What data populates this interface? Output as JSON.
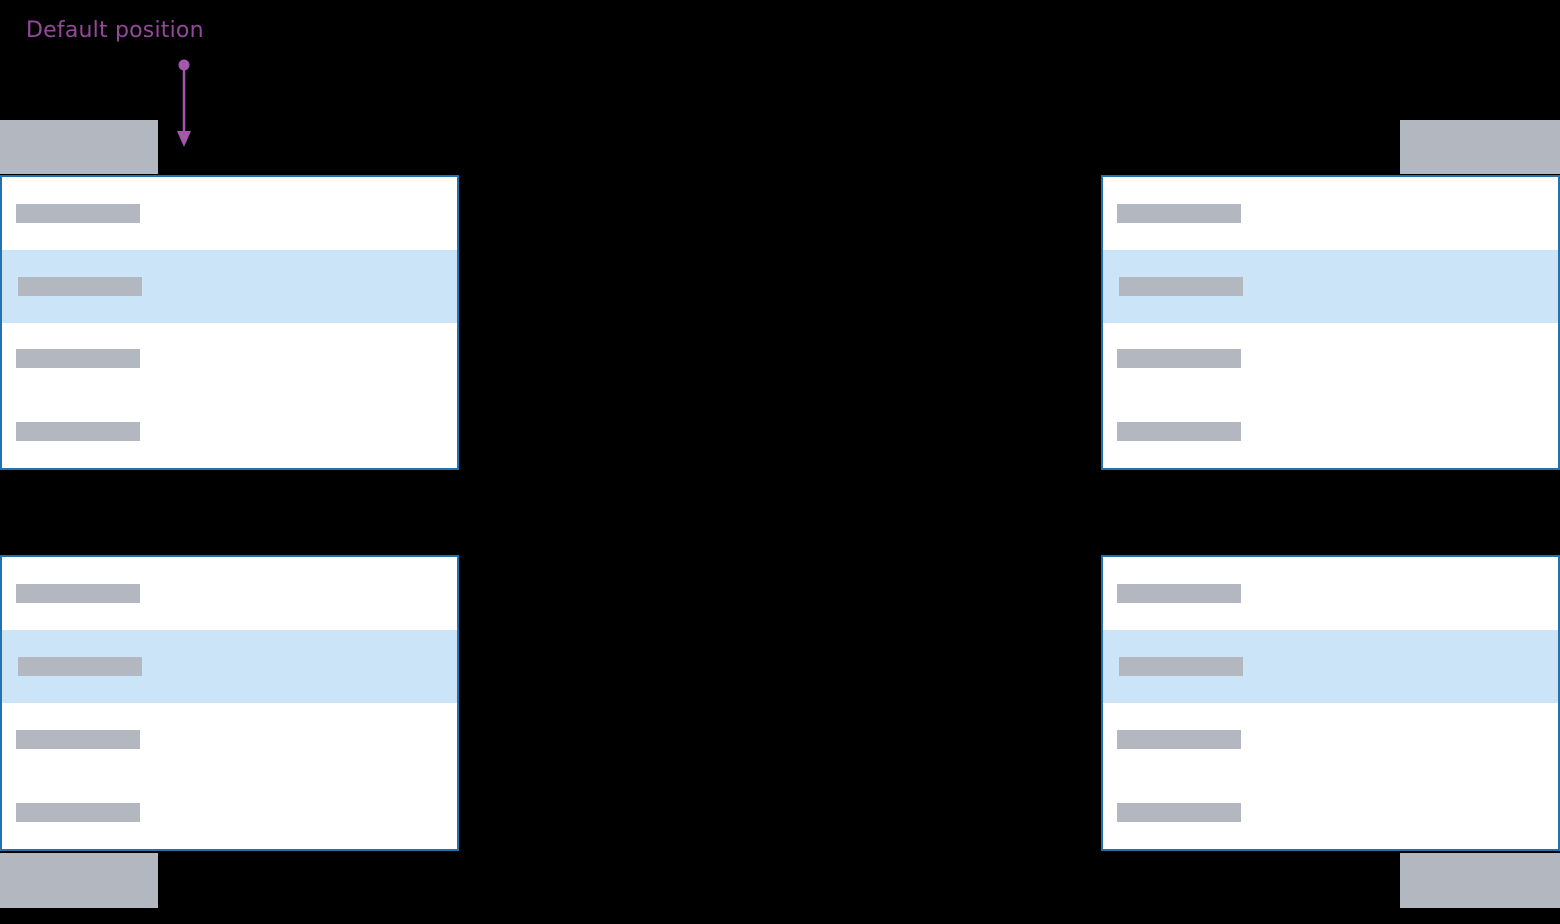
{
  "annotation": {
    "label": "Default position",
    "points_to": "dropdown-menu-below-trigger"
  },
  "icons": {
    "annotation_pointer": "arrow-down-icon"
  },
  "colors": {
    "background": "#000000",
    "panel_background": "#ffffff",
    "panel_border": "#2272b2",
    "item_highlight": "#cce4f7",
    "placeholder_gray": "#b3b7c0",
    "annotation_text": "#93489b",
    "annotation_arrow": "#a458ac"
  },
  "groups": [
    {
      "id": "top-left",
      "trigger_corner": "top-left",
      "menu_position": "below trigger, left-aligned",
      "items": [
        {
          "highlighted": false
        },
        {
          "highlighted": true
        },
        {
          "highlighted": false
        },
        {
          "highlighted": false
        }
      ]
    },
    {
      "id": "top-right",
      "trigger_corner": "top-right",
      "menu_position": "below trigger, right-aligned",
      "items": [
        {
          "highlighted": false
        },
        {
          "highlighted": true
        },
        {
          "highlighted": false
        },
        {
          "highlighted": false
        }
      ]
    },
    {
      "id": "bottom-left",
      "trigger_corner": "bottom-left",
      "menu_position": "above trigger, left-aligned",
      "items": [
        {
          "highlighted": false
        },
        {
          "highlighted": true
        },
        {
          "highlighted": false
        },
        {
          "highlighted": false
        }
      ]
    },
    {
      "id": "bottom-right",
      "trigger_corner": "bottom-right",
      "menu_position": "above trigger, right-aligned",
      "items": [
        {
          "highlighted": false
        },
        {
          "highlighted": true
        },
        {
          "highlighted": false
        },
        {
          "highlighted": false
        }
      ]
    }
  ]
}
